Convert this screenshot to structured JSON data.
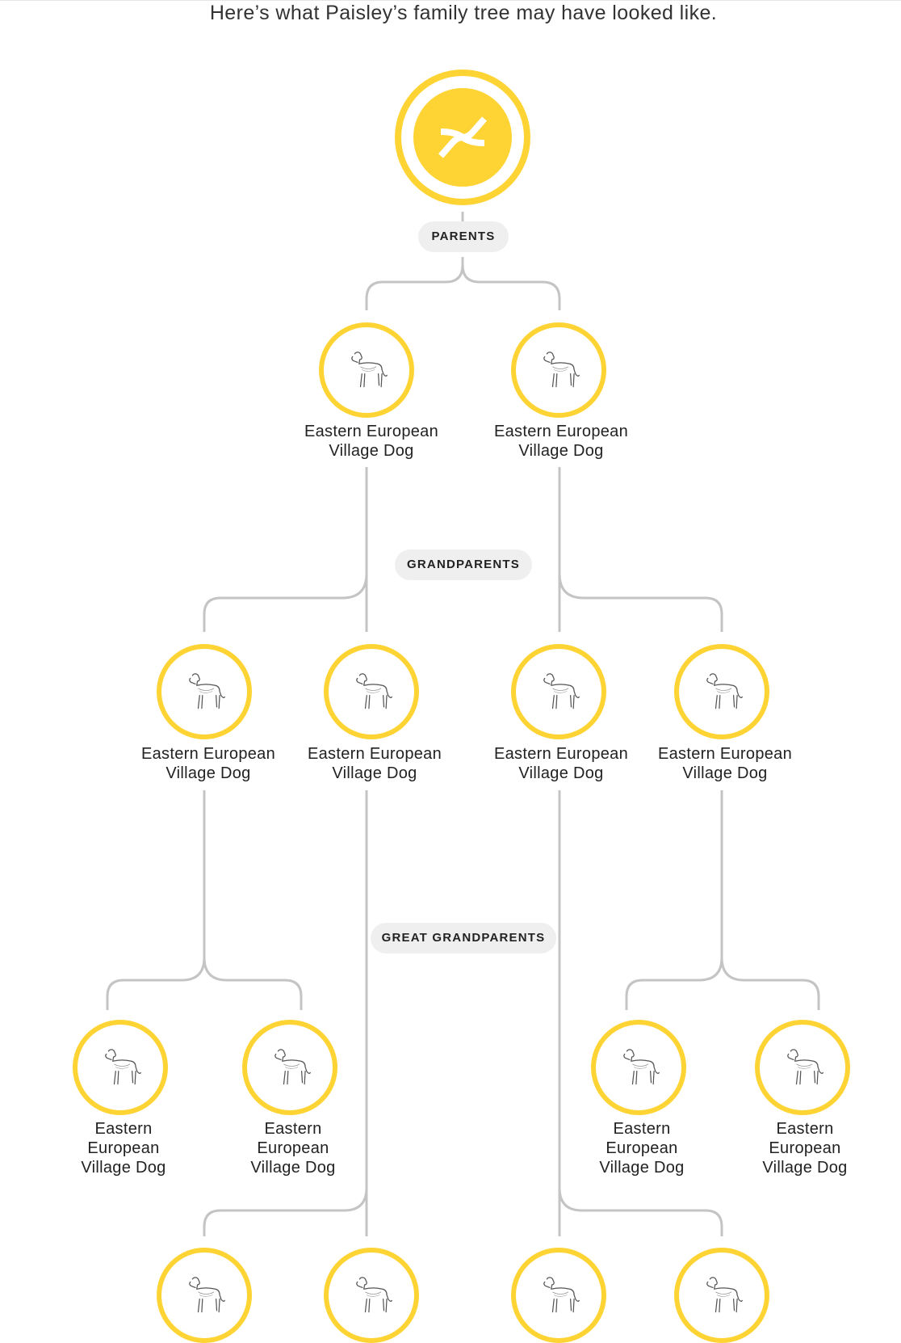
{
  "headline": "Here’s what Paisley’s family tree may have looked like.",
  "root": {
    "icon": "embark-logo-icon",
    "color": "#FED435"
  },
  "sections": {
    "parents": "PARENTS",
    "grandparents": "GRANDPARENTS",
    "great_grandparents": "GREAT GRANDPARENTS"
  },
  "parents": [
    {
      "label": "Eastern European Village Dog",
      "icon": "dog-icon"
    },
    {
      "label": "Eastern European Village Dog",
      "icon": "dog-icon"
    }
  ],
  "grandparents": [
    {
      "label": "Eastern European Village Dog",
      "icon": "dog-icon"
    },
    {
      "label": "Eastern European Village Dog",
      "icon": "dog-icon"
    },
    {
      "label": "Eastern European Village Dog",
      "icon": "dog-icon"
    },
    {
      "label": "Eastern European Village Dog",
      "icon": "dog-icon"
    }
  ],
  "great_grandparents": [
    {
      "label": "Eastern European Village Dog",
      "icon": "dog-icon"
    },
    {
      "label": "Eastern European Village Dog",
      "icon": "dog-icon"
    },
    {
      "label": "Eastern European Village Dog",
      "icon": "dog-icon"
    },
    {
      "label": "Eastern European Village Dog",
      "icon": "dog-icon"
    },
    {
      "label": "",
      "icon": "dog-icon"
    },
    {
      "label": "",
      "icon": "dog-icon"
    },
    {
      "label": "",
      "icon": "dog-icon"
    },
    {
      "label": "",
      "icon": "dog-icon"
    }
  ],
  "colors": {
    "accent": "#FED435",
    "line": "#c4c4c4",
    "pill": "#efefef"
  }
}
